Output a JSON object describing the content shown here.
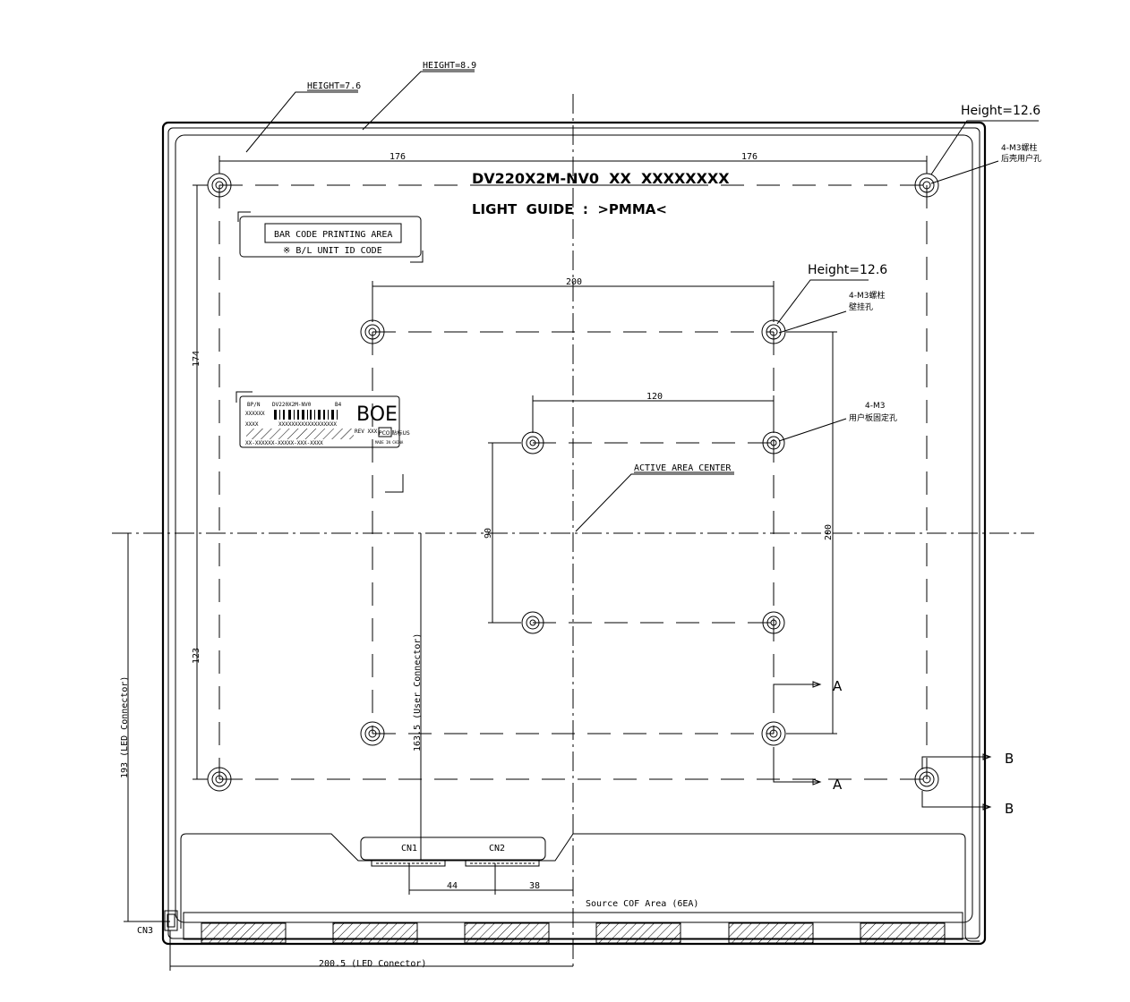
{
  "labels": {
    "height_76": "HEIGHT=7.6",
    "height_89": "HEIGHT=8.9",
    "height_126_top": "Height=12.6",
    "height_126_mid": "Height=12.6",
    "m3_top_1": "4-M3螺柱",
    "m3_top_2": "后壳用户孔",
    "m3_mid_1": "4-M3螺柱",
    "m3_mid_2": "壁挂孔",
    "m3_inner_1": "4-M3",
    "m3_inner_2": "用户板固定孔",
    "model": "DV220X2M-NV0  XX  XXXXXXXX",
    "light_guide": "LIGHT  GUIDE  :  >PMMA<",
    "barcode_title": "BAR CODE PRINTING AREA",
    "barcode_sub": "※ B/L UNIT ID CODE",
    "active_area": "ACTIVE AREA CENTER",
    "cn1": "CN1",
    "cn2": "CN2",
    "cn3": "CN3",
    "source_cof": "Source COF Area (6EA)",
    "led_connector_vertical": "193 (LED Connector)",
    "user_connector_vertical": "163.5 (User Connector)",
    "led_connector_bottom": "200.5 (LED Conector)",
    "section_a": "A",
    "section_b": "B"
  },
  "dimensions": {
    "top_left": "176",
    "top_right": "176",
    "mid_200": "200",
    "inner_120": "120",
    "left_174": "174",
    "left_123": "123",
    "v_90": "90",
    "v_200": "200",
    "bottom_44": "44",
    "bottom_38": "38"
  },
  "label_plate": {
    "pn_label": "BP/N",
    "pn_value": "DV220X2M-NV0",
    "rev_code": "B4",
    "brand": "BOE",
    "row2_left": "XXXXXX",
    "row3_left": "XXXX",
    "row3_value": "XXXXXXXXXXXXXXXXXX",
    "rev": "REV XXX",
    "serial": "XX-XXXXXX-XXXXX-XXX-XXXX",
    "made_in": "MADE IN CHINA",
    "cert": "PCO 贴标US"
  }
}
